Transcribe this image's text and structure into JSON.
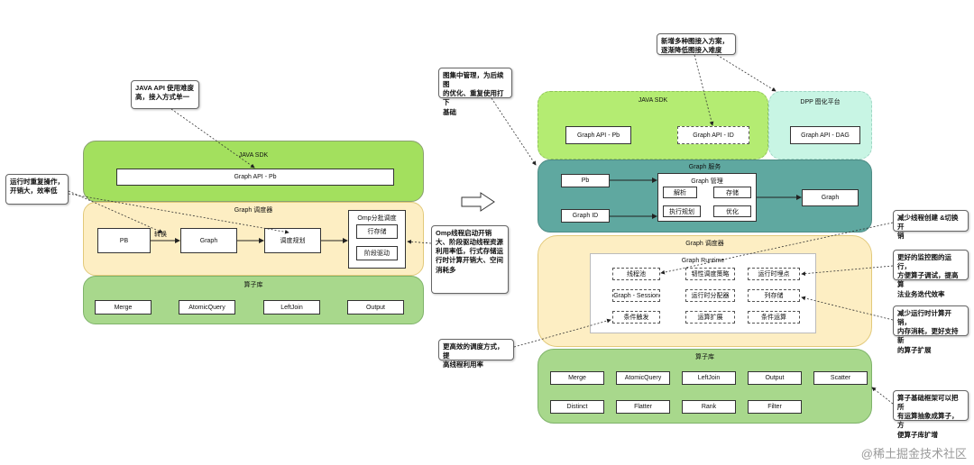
{
  "left": {
    "java_sdk": {
      "title": "JAVA SDK",
      "graph_api": "Graph API - Pb"
    },
    "scheduler": {
      "title": "Graph 调度器",
      "pb": "PB",
      "convert": "转换",
      "graph": "Graph",
      "plan": "调度规划",
      "omp": {
        "title": "Omp分批调度",
        "row_store": "行存储",
        "stage_drive": "阶段驱动"
      }
    },
    "operators": {
      "title": "算子库",
      "items": [
        "Merge",
        "AtomicQuery",
        "LeftJoin",
        "Output"
      ]
    },
    "callouts": {
      "java_api": "JAVA API 使用难度\n高，接入方式单一",
      "runtime_repeat": "运行时重复操作，\n开销大，效率低",
      "omp": "Omp线程启动开销\n大、阶段驱动线程资源\n利用率低，行式存储运\n行时计算开销大、空间\n消耗多"
    }
  },
  "right": {
    "java_sdk": {
      "title": "JAVA SDK",
      "api_pb": "Graph API - Pb",
      "api_id": "Graph API - ID"
    },
    "dpp": {
      "title": "DPP 图化平台",
      "api_dag": "Graph API - DAG"
    },
    "service": {
      "title": "Graph 服务",
      "pb": "Pb",
      "graph_id": "Graph ID",
      "mgmt": {
        "title": "Graph 管理",
        "parse": "解析",
        "store": "存储",
        "exec_plan": "执行规划",
        "optimize": "优化"
      },
      "graph": "Graph"
    },
    "scheduler": {
      "title": "Graph 调度器",
      "runtime": {
        "title": "Graph Runtime",
        "cells": [
          "线程池",
          "韧性调度策略",
          "运行时埋点",
          "Graph - Session",
          "运行时分配器",
          "列存储",
          "条件触发",
          "运算扩展",
          "条件运算"
        ]
      }
    },
    "operators": {
      "title": "算子库",
      "row1": [
        "Merge",
        "AtomicQuery",
        "LeftJoin",
        "Output",
        "Scatter"
      ],
      "row2": [
        "Distinct",
        "Flatter",
        "Rank",
        "Filter"
      ]
    },
    "callouts": {
      "centralized": "图集中管理，为后续图\n的优化、重复使用打下\n基础",
      "new_access": "新增多种图接入方案，\n逐渐降低图接入难度",
      "reduce_thread": "减少线程创建 &切换 开\n销",
      "monitoring": "更好的监控图的运行，\n方便算子调试，提高算\n法业务迭代效率",
      "runtime_cost": "减少运行时计算开销，\n内存消耗，更好支持新\n的算子扩展",
      "efficient_sched": "更高效的调度方式，提\n高线程利用率",
      "operator_framework": "算子基础框架可以把所\n有运算抽象成算子，方\n便算子库扩增"
    }
  },
  "watermark": "@稀土掘金技术社区"
}
